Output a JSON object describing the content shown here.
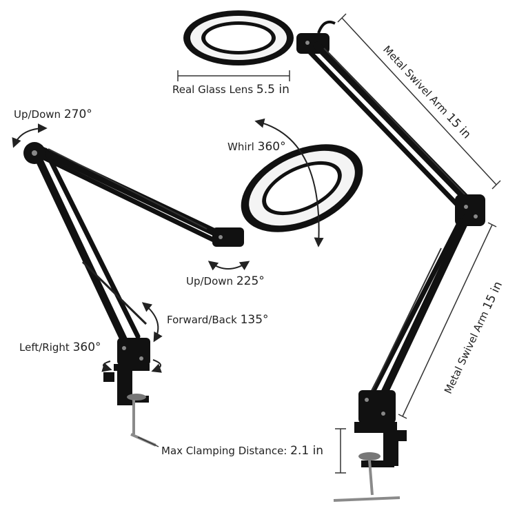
{
  "labels": {
    "lens": {
      "text": "Real Glass Lens",
      "value": "5.5 in"
    },
    "top_arm": {
      "text": "Metal Swivel Arm",
      "value": "15 in"
    },
    "lower_arm": {
      "text": "Metal Swivel Arm",
      "value": "15 in"
    },
    "updown_top": {
      "text": "Up/Down",
      "value": "270°"
    },
    "whirl": {
      "text": "Whirl",
      "value": "360°"
    },
    "updown_head": {
      "text": "Up/Down",
      "value": "225°"
    },
    "forward_back": {
      "text": "Forward/Back",
      "value": "135°"
    },
    "left_right": {
      "text": "Left/Right",
      "value": "360°"
    },
    "clamp": {
      "text": "Max Clamping Distance:",
      "value": "2.1 in"
    }
  },
  "colors": {
    "arm": "#111111",
    "ring_light": "#f4f4f4",
    "dim_line": "#333333",
    "metal": "#8a8a8a"
  }
}
